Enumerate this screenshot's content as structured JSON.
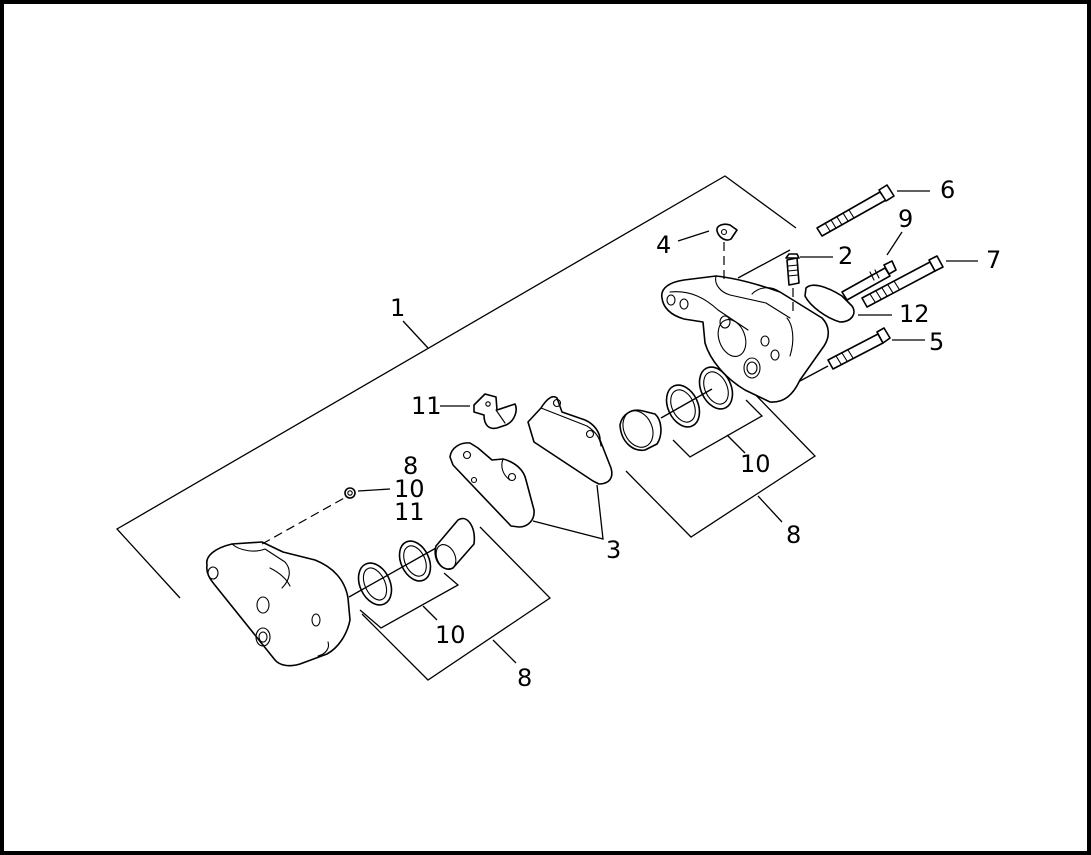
{
  "callouts": {
    "c1": "1",
    "c2": "2",
    "c3": "3",
    "c4": "4",
    "c5": "5",
    "c6": "6",
    "c7": "7",
    "c8_a": "8",
    "c8_b": "8",
    "c8_c": "8",
    "c9": "9",
    "c10_a": "10",
    "c10_b": "10",
    "c10_c": "10",
    "c11_a": "11",
    "c11_b": "11",
    "c12": "12"
  }
}
